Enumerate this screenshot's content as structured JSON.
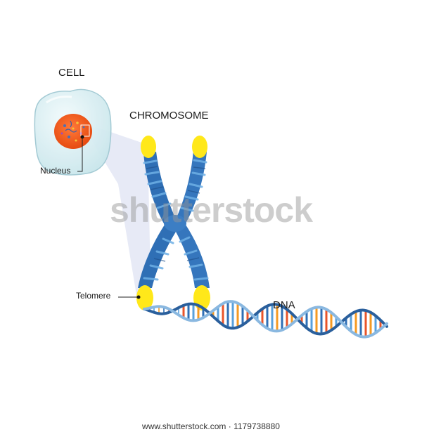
{
  "labels": {
    "cell": "CELL",
    "chromosome": "CHROMOSOME",
    "nucleus": "Nucleus",
    "telomere": "Telomere",
    "dna": "DNA"
  },
  "watermark": "shutterstock",
  "footer": "www.shutterstock.com · 1179738880",
  "colors": {
    "chromatid": "#2f6fb5",
    "chromatid_band": "#5aa0dc",
    "telomere": "#ffe81a",
    "nucleus": "#f25a1e",
    "cell": "#d8eef2",
    "dna_strand_light": "#8ab8e0",
    "dna_strand_dark": "#2a5f9c",
    "base_pairs": [
      "#e8542a",
      "#f59a23",
      "#2f6fb5",
      "#5aa0dc"
    ]
  }
}
